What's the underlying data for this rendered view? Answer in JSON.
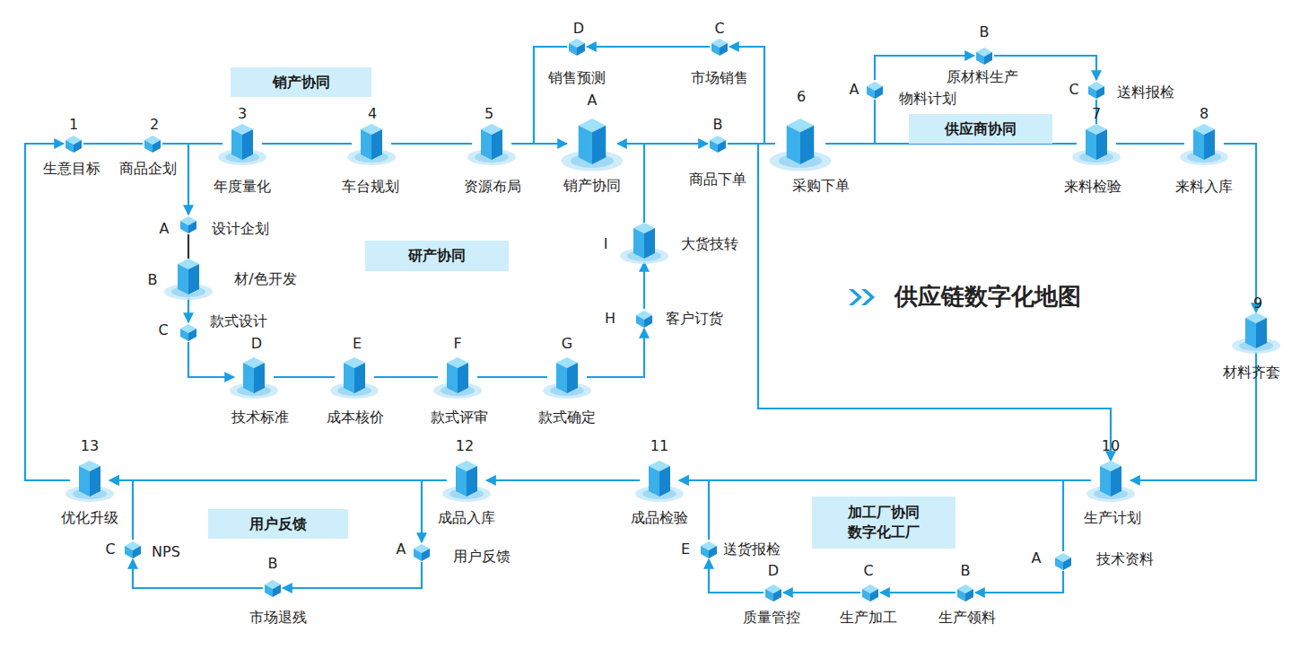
{
  "diagram": {
    "title": "供应链数字化地图",
    "nodes": [
      {
        "text": [
          "1",
          "生意目标"
        ]
      },
      {
        "text": [
          "2",
          "商品企划"
        ]
      },
      {
        "text": [
          "3",
          "年度量化"
        ]
      },
      {
        "text": [
          "4",
          "车台规划"
        ]
      },
      {
        "text": [
          "5",
          "资源布局"
        ]
      },
      {
        "text": [
          "A",
          "销产协同"
        ]
      },
      {
        "text": [
          "D",
          "销售预测"
        ]
      },
      {
        "text": [
          "C",
          "市场销售"
        ]
      },
      {
        "text": [
          "B",
          "商品下单"
        ]
      },
      {
        "text": [
          "6",
          "采购下单"
        ]
      },
      {
        "text": [
          "A",
          "物料计划"
        ]
      },
      {
        "text": [
          "B",
          "原材料生产"
        ]
      },
      {
        "text": [
          "C",
          "送料报检"
        ]
      },
      {
        "text": [
          "7",
          "来料检验"
        ]
      },
      {
        "text": [
          "8",
          "来料入库"
        ]
      },
      {
        "text": [
          "9",
          "材料齐套"
        ]
      },
      {
        "text": [
          "10",
          "生产计划"
        ]
      },
      {
        "text": [
          "A",
          "技术资料"
        ]
      },
      {
        "text": [
          "B",
          "生产领料"
        ]
      },
      {
        "text": [
          "C",
          "生产加工"
        ]
      },
      {
        "text": [
          "D",
          "质量管控"
        ]
      },
      {
        "text": [
          "E",
          "送货报检"
        ]
      },
      {
        "text": [
          "11",
          "成品检验"
        ]
      },
      {
        "text": [
          "12",
          "成品入库"
        ]
      },
      {
        "text": [
          "A",
          "用户反馈"
        ]
      },
      {
        "text": [
          "B",
          "市场退残"
        ]
      },
      {
        "text": [
          "C",
          "NPS"
        ]
      },
      {
        "text": [
          "13",
          "优化升级"
        ]
      },
      {
        "text": [
          "A",
          "设计企划"
        ]
      },
      {
        "text": [
          "B",
          "材/色开发"
        ]
      },
      {
        "text": [
          "C",
          "款式设计"
        ]
      },
      {
        "text": [
          "D",
          "技术标准"
        ]
      },
      {
        "text": [
          "E",
          "成本核价"
        ]
      },
      {
        "text": [
          "F",
          "款式评审"
        ]
      },
      {
        "text": [
          "G",
          "款式确定"
        ]
      },
      {
        "text": [
          "H",
          "客户订货"
        ]
      },
      {
        "text": [
          "I",
          "大货技转"
        ]
      },
      {
        "text": [
          "销产协同"
        ]
      },
      {
        "text": [
          "研产协同"
        ]
      },
      {
        "text": [
          "供应商协同"
        ]
      },
      {
        "text": [
          "加工厂协同 数字化工厂"
        ]
      },
      {
        "text": [
          "用户反馈"
        ]
      }
    ],
    "edges": [
      {
        "from": 0,
        "to": 1,
        "arrow": "none"
      },
      {
        "from": 1,
        "to": 2,
        "arrow": "none"
      },
      {
        "from": 2,
        "to": 3,
        "arrow": "none"
      },
      {
        "from": 3,
        "to": 4,
        "arrow": "none"
      },
      {
        "from": 4,
        "to": 5,
        "arrow": "none"
      },
      {
        "from": 5,
        "to": 8,
        "arrow": "to"
      },
      {
        "from": 8,
        "to": 9,
        "arrow": "none"
      },
      {
        "from": 8,
        "to": 7,
        "arrow": "to"
      },
      {
        "from": 7,
        "to": 6,
        "arrow": "to"
      },
      {
        "from": 6,
        "to": 5,
        "arrow": "to"
      },
      {
        "from": 8,
        "to": 16,
        "arrow": "to"
      },
      {
        "from": 9,
        "to": 13,
        "arrow": "none"
      },
      {
        "from": 9,
        "to": 10,
        "arrow": "none"
      },
      {
        "from": 10,
        "to": 11,
        "arrow": "to"
      },
      {
        "from": 11,
        "to": 12,
        "arrow": "to"
      },
      {
        "from": 12,
        "to": 13,
        "arrow": "none"
      },
      {
        "from": 13,
        "to": 14,
        "arrow": "none"
      },
      {
        "from": 14,
        "to": 15,
        "arrow": "to"
      },
      {
        "from": 15,
        "to": 16,
        "arrow": "to"
      },
      {
        "from": 16,
        "to": 22,
        "arrow": "to"
      },
      {
        "from": 16,
        "to": 17,
        "arrow": "none"
      },
      {
        "from": 17,
        "to": 18,
        "arrow": "to"
      },
      {
        "from": 18,
        "to": 19,
        "arrow": "to"
      },
      {
        "from": 19,
        "to": 20,
        "arrow": "to"
      },
      {
        "from": 20,
        "to": 21,
        "arrow": "to"
      },
      {
        "from": 21,
        "to": 22,
        "arrow": "to"
      },
      {
        "from": 22,
        "to": 23,
        "arrow": "to"
      },
      {
        "from": 23,
        "to": 27,
        "arrow": "to"
      },
      {
        "from": 23,
        "to": 24,
        "arrow": "to"
      },
      {
        "from": 24,
        "to": 25,
        "arrow": "to"
      },
      {
        "from": 25,
        "to": 26,
        "arrow": "to"
      },
      {
        "from": 26,
        "to": 27,
        "arrow": "to"
      },
      {
        "from": 27,
        "to": 0,
        "arrow": "to"
      },
      {
        "from": 1,
        "to": 28,
        "arrow": "to"
      },
      {
        "from": 28,
        "to": 29,
        "arrow": "none"
      },
      {
        "from": 29,
        "to": 30,
        "arrow": "to"
      },
      {
        "from": 30,
        "to": 31,
        "arrow": "to"
      },
      {
        "from": 31,
        "to": 32,
        "arrow": "none"
      },
      {
        "from": 32,
        "to": 33,
        "arrow": "none"
      },
      {
        "from": 33,
        "to": 34,
        "arrow": "none"
      },
      {
        "from": 34,
        "to": 35,
        "arrow": "to"
      },
      {
        "from": 35,
        "to": 36,
        "arrow": "to"
      },
      {
        "from": 36,
        "to": 5,
        "arrow": "to"
      }
    ]
  }
}
